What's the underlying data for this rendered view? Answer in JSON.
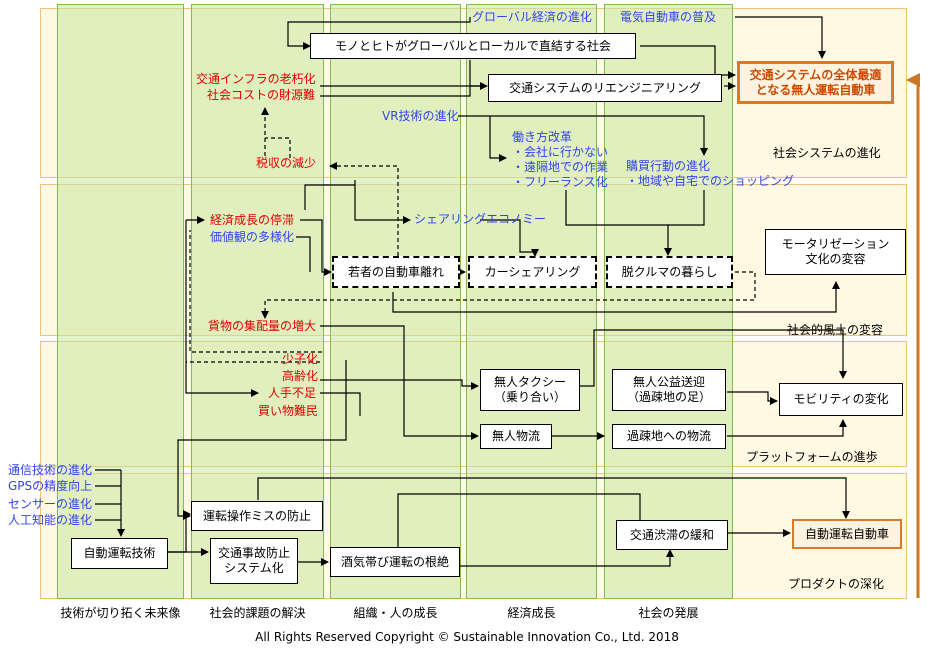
{
  "bands": [
    {
      "id": "social-system",
      "label": "社会システムの進化"
    },
    {
      "id": "social-climate",
      "label": "社会的風土の変容"
    },
    {
      "id": "platform",
      "label": "プラットフォームの進歩"
    },
    {
      "id": "product",
      "label": "プロダクトの深化"
    }
  ],
  "columns": [
    {
      "id": "tech-future",
      "label": "技術が切り拓く未来像"
    },
    {
      "id": "social-issues",
      "label": "社会的課題の解決"
    },
    {
      "id": "org-people",
      "label": "組織・人の成長"
    },
    {
      "id": "economy",
      "label": "経済成長"
    },
    {
      "id": "society",
      "label": "社会の発展"
    }
  ],
  "boxes": {
    "global_local": "モノとヒトがグローバルとローカルで直結する社会",
    "reengineering": "交通システムのリエンジニアリング",
    "goal_top": "交通システムの全体最適\nとなる無人運転自動車",
    "young_away": "若者の自動車離れ",
    "car_sharing": "カーシェアリング",
    "car_free": "脱クルマの暮らし",
    "motorization": "モータリゼーション\n文化の変容",
    "taxi": "無人タクシー\n（乗り合い）",
    "public_transport": "無人公益送迎\n（過疎地の足）",
    "mobility": "モビリティの変化",
    "logistics": "無人物流",
    "rural_logistics": "過疎地への物流",
    "autonomous_tech": "自動運転技術",
    "prevent_error": "運転操作ミスの防止",
    "accident_system": "交通事故防止\nシステム化",
    "eliminate_dui": "酒気帯び運転の根絶",
    "congestion": "交通渋滞の緩和",
    "autonomous_car": "自動運転自動車"
  },
  "labels": {
    "global_economy": "グローバル経済の進化",
    "ev_spread": "電気自動車の普及",
    "infra_aging": "交通インフラの老朽化",
    "social_cost": "社会コストの財源難",
    "vr_tech": "VR技術の進化",
    "work_reform": "働き方改革\n・会社に行かない\n・遠隔地での作業\n・フリーランス化",
    "shopping_change": "購買行動の進化\n・地域や自宅でのショッピング",
    "tax_decrease": "税収の減少",
    "economic_stagnation": "経済成長の停滞",
    "value_diversity": "価値観の多様化",
    "sharing_economy": "シェアリングエコノミー",
    "cargo_increase": "貨物の集配量の増大",
    "low_birthrate": "少子化",
    "aging": "高齢化",
    "labor_shortage": "人手不足",
    "shopping_refugees": "買い物難民",
    "comm_tech": "通信技術の進化",
    "gps": "GPSの精度向上",
    "sensor": "センサーの進化",
    "ai": "人工知能の進化"
  },
  "colors": {
    "band_fill": "#fff9e3",
    "band_border": "#f2c27a",
    "column_fill": "#c8e8a0",
    "column_border": "#7cbf4e",
    "red_text": "#e00000",
    "blue_text": "#3344ee",
    "goal_border": "#d9792b",
    "goal_text": "#cc4a00",
    "evolution_arrow": "#cc7722"
  },
  "footer": {
    "copyright": "All Rights Reserved  Copyright © Sustainable Innovation  Co., Ltd.  2018"
  }
}
